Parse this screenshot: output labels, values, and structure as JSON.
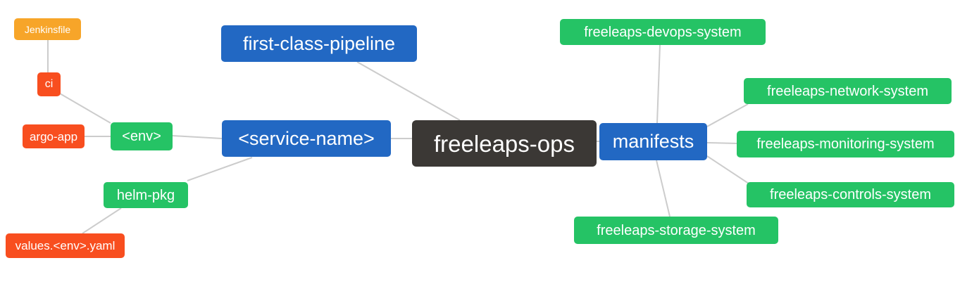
{
  "diagram": {
    "type": "mindmap",
    "root_label": "freeleaps-ops"
  },
  "palette": {
    "blue": "#2268c3",
    "green": "#25c365",
    "orange": "#f7a529",
    "red": "#f84e1f",
    "dark": "#3b3835",
    "edge": "#cccccc",
    "text": "#ffffff",
    "background": "#ffffff"
  },
  "nodes": [
    {
      "id": "jenkinsfile",
      "label": "Jenkinsfile",
      "color": "#f7a529",
      "color_name": "orange"
    },
    {
      "id": "ci",
      "label": "ci",
      "color": "#f84e1f",
      "color_name": "red"
    },
    {
      "id": "argo-app",
      "label": "argo-app",
      "color": "#f84e1f",
      "color_name": "red"
    },
    {
      "id": "env",
      "label": "<env>",
      "color": "#25c365",
      "color_name": "green"
    },
    {
      "id": "helm-pkg",
      "label": "helm-pkg",
      "color": "#25c365",
      "color_name": "green"
    },
    {
      "id": "values-env-yaml",
      "label": "values.<env>.yaml",
      "color": "#f84e1f",
      "color_name": "red"
    },
    {
      "id": "first-class-pipeline",
      "label": "first-class-pipeline",
      "color": "#2268c3",
      "color_name": "blue"
    },
    {
      "id": "service-name",
      "label": "<service-name>",
      "color": "#2268c3",
      "color_name": "blue"
    },
    {
      "id": "freeleaps-ops",
      "label": "freeleaps-ops",
      "color": "#3b3835",
      "color_name": "dark"
    },
    {
      "id": "manifests",
      "label": "manifests",
      "color": "#2268c3",
      "color_name": "blue"
    },
    {
      "id": "devops-system",
      "label": "freeleaps-devops-system",
      "color": "#25c365",
      "color_name": "green"
    },
    {
      "id": "network-system",
      "label": "freeleaps-network-system",
      "color": "#25c365",
      "color_name": "green"
    },
    {
      "id": "monitoring-system",
      "label": "freeleaps-monitoring-system",
      "color": "#25c365",
      "color_name": "green"
    },
    {
      "id": "controls-system",
      "label": "freeleaps-controls-system",
      "color": "#25c365",
      "color_name": "green"
    },
    {
      "id": "storage-system",
      "label": "freeleaps-storage-system",
      "color": "#25c365",
      "color_name": "green"
    }
  ],
  "edges": [
    {
      "from": "jenkinsfile",
      "to": "ci"
    },
    {
      "from": "ci",
      "to": "env"
    },
    {
      "from": "argo-app",
      "to": "env"
    },
    {
      "from": "env",
      "to": "service-name"
    },
    {
      "from": "service-name",
      "to": "helm-pkg"
    },
    {
      "from": "helm-pkg",
      "to": "values-env-yaml"
    },
    {
      "from": "first-class-pipeline",
      "to": "freeleaps-ops"
    },
    {
      "from": "service-name",
      "to": "freeleaps-ops"
    },
    {
      "from": "freeleaps-ops",
      "to": "manifests"
    },
    {
      "from": "manifests",
      "to": "devops-system"
    },
    {
      "from": "manifests",
      "to": "network-system"
    },
    {
      "from": "manifests",
      "to": "monitoring-system"
    },
    {
      "from": "manifests",
      "to": "controls-system"
    },
    {
      "from": "manifests",
      "to": "storage-system"
    }
  ]
}
